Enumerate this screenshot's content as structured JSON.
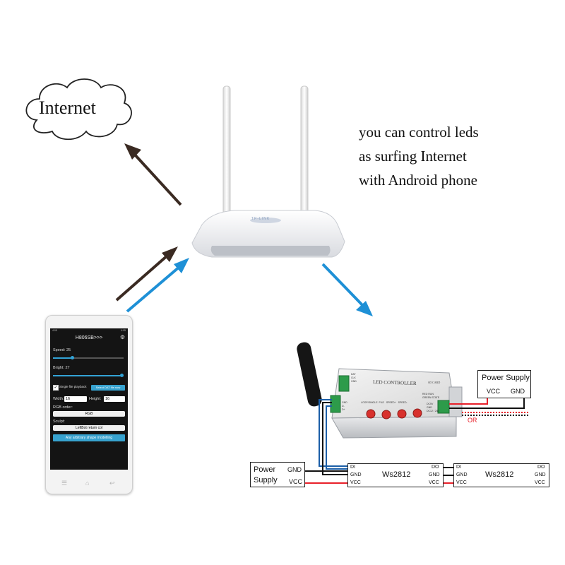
{
  "cloud": {
    "label": "Internet"
  },
  "caption": {
    "lines": [
      "you can control leds",
      "as surfing Internet",
      "with Android phone"
    ]
  },
  "router": {
    "brand": "TP-LINK"
  },
  "phone": {
    "status_left": "4:05",
    "status_right": "4:05",
    "app_title": "H806SB>>>",
    "speed_label": "Speed:",
    "speed_value": "25",
    "speed_level": 0.27,
    "bright_label": "Bright:",
    "bright_value": "27",
    "bright_level": 0.97,
    "single_file_label": "Single file playback",
    "select_button": "Select DAT file now",
    "width_label": "Width:",
    "width_value": "16",
    "height_label": "Height:",
    "height_value": "16",
    "rgb_label": "RGB order:",
    "rgb_value": "RGB",
    "sculpt_label": "Sculpt:",
    "sculpt_value": "LeftBot return col",
    "any_shape_button": "Any arbitrary shape modelling",
    "nav_icons": [
      "menu-icon",
      "home-icon",
      "back-icon"
    ]
  },
  "controller": {
    "title": "LED CONTROLLER",
    "sd_label": "SD CARD",
    "buttons": [
      "LOOP/SINGLE",
      "FILE",
      "SPEED+",
      "SPEED-"
    ],
    "status": [
      "RED RUN",
      "GREEN STATE"
    ],
    "dc_label": "DC12 / 24V",
    "top_terminal": [
      "DAT",
      "CLK",
      "GND"
    ],
    "side_terminal": [
      "GND",
      "D-",
      "D+"
    ],
    "power_terminal": [
      "DC5V",
      "GND"
    ]
  },
  "psu_top": {
    "title": "Power Supply",
    "vcc": "VCC",
    "gnd": "GND",
    "or_label": "OR"
  },
  "psu_bottom": {
    "line1": "Power",
    "line2": "Supply",
    "gnd": "GND",
    "vcc": "VCC"
  },
  "strip1": {
    "name": "Ws2812",
    "in": [
      "DI",
      "GND",
      "VCC"
    ],
    "out": [
      "DO",
      "GND",
      "VCC"
    ]
  },
  "strip2": {
    "name": "Ws2812",
    "in": [
      "DI",
      "GND",
      "VCC"
    ],
    "out": [
      "DO",
      "GND",
      "VCC"
    ]
  },
  "colors": {
    "arrow_dark": "#3a2a22",
    "arrow_blue": "#1e90d6",
    "wire_red": "#e8202a",
    "wire_blue": "#1c5fa8",
    "wire_black": "#111111",
    "accent": "#33a3d6"
  }
}
